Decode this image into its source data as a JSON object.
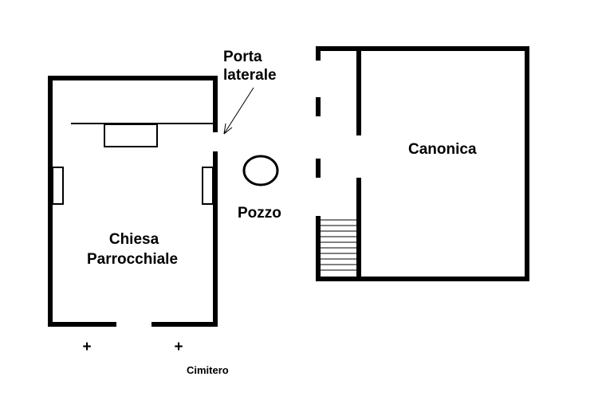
{
  "labels": {
    "porta_line1": "Porta",
    "porta_line2": "laterale",
    "canonica": "Canonica",
    "pozzo": "Pozzo",
    "chiesa_line1": "Chiesa",
    "chiesa_line2": "Parrocchiale",
    "cimitero": "Cimitero"
  },
  "symbols": {
    "cross": "+"
  },
  "colors": {
    "ink": "#000000",
    "paper": "#ffffff"
  }
}
